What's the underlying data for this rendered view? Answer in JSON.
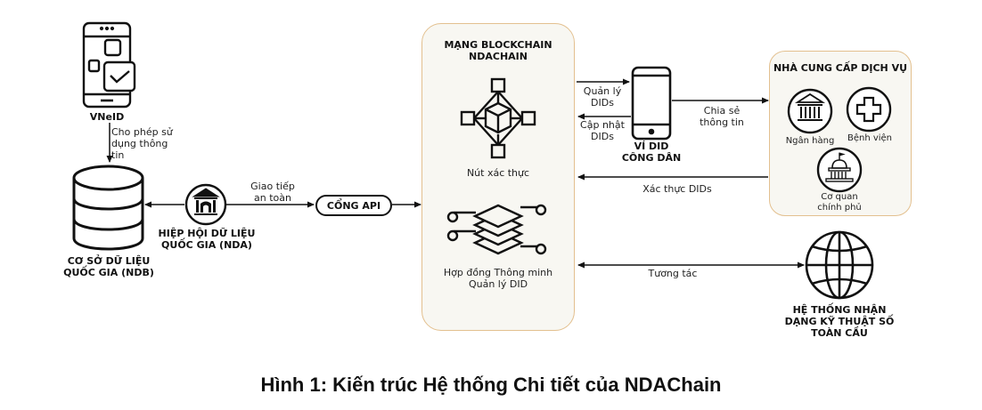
{
  "diagram": {
    "nodes": {
      "vneid": {
        "label": "VNeID"
      },
      "ndb": {
        "label_line1": "CƠ SỞ DỮ LIỆU",
        "label_line2": "QUỐC GIA (NDB)"
      },
      "nda": {
        "label_line1": "HIỆP HỘI DỮ LIỆU",
        "label_line2": "QUỐC GIA (NDA)"
      },
      "api_gateway": {
        "label": "CỔNG API"
      },
      "blockchain": {
        "title_line1": "MẠNG BLOCKCHAIN",
        "title_line2": "NDACHAIN",
        "validator": {
          "label": "Nút xác thực"
        },
        "smart_contract": {
          "label_line1": "Hợp đồng Thông minh",
          "label_line2": "Quản lý DID"
        }
      },
      "did_wallet": {
        "label_line1": "VÍ DID",
        "label_line2": "CÔNG DÂN"
      },
      "service_providers": {
        "title": "NHÀ CUNG CẤP DỊCH VỤ",
        "items": [
          {
            "icon": "bank-icon",
            "label": "Ngân hàng"
          },
          {
            "icon": "hospital-cross-icon",
            "label": "Bệnh viện"
          },
          {
            "icon": "government-building-icon",
            "label_line1": "Cơ quan",
            "label_line2": "chính phủ"
          }
        ]
      },
      "global_id": {
        "label_line1": "HỆ THỐNG NHẬN",
        "label_line2": "DẠNG KỸ THUẬT SỐ",
        "label_line3": "TOÀN CẦU"
      }
    },
    "edges": {
      "vneid_to_ndb": {
        "line1": "Cho phép sử",
        "line2": "dụng thông tin"
      },
      "nda_to_api": {
        "line1": "Giao tiếp",
        "line2": "an toàn"
      },
      "manage_dids": {
        "line1": "Quản lý",
        "line2": "DIDs"
      },
      "update_dids": {
        "line1": "Cập nhật",
        "line2": "DIDs"
      },
      "share_info": {
        "line1": "Chia sẻ",
        "line2": "thông tin"
      },
      "verify_dids": {
        "label": "Xác thực DIDs"
      },
      "interact": {
        "label": "Tương tác"
      }
    },
    "caption": "Hình 1: Kiến trúc Hệ thống Chi tiết của NDAChain",
    "colors": {
      "panel_fill": "#f8f7f2",
      "panel_border": "#e3c08f",
      "stroke": "#111111"
    }
  }
}
